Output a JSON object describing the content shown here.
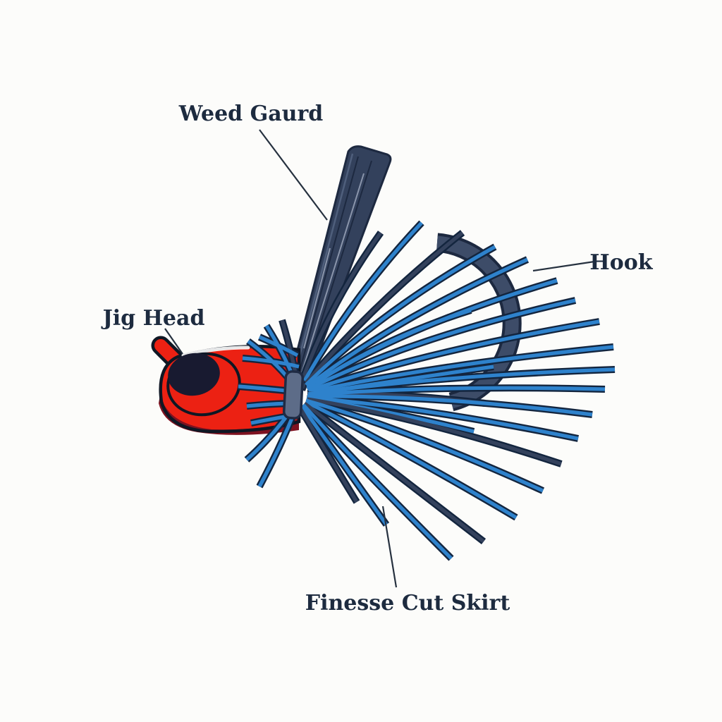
{
  "labels": {
    "weed_guard": "Weed Gaurd",
    "hook": "Hook",
    "jig_head": "Jig Head",
    "finesse_cut_skirt": "Finesse Cut Skirt"
  },
  "colors": {
    "background": "#fcfcfa",
    "label_text": "#1d2b3f",
    "leader_line": "#26313f",
    "skirt_blue": "#2e82cc",
    "skirt_outline_navy": "#13253e",
    "skirt_dark_strand": "#33415c",
    "weed_guard_fill": "#33415c",
    "hook_fill": "#3d4c68",
    "collar_gray": "#5d6c88",
    "jig_head_red": "#ec2113",
    "jig_head_shadow_red": "#7e1220",
    "eye_pupil": "#181a30",
    "outline_black": "#0f1724"
  }
}
